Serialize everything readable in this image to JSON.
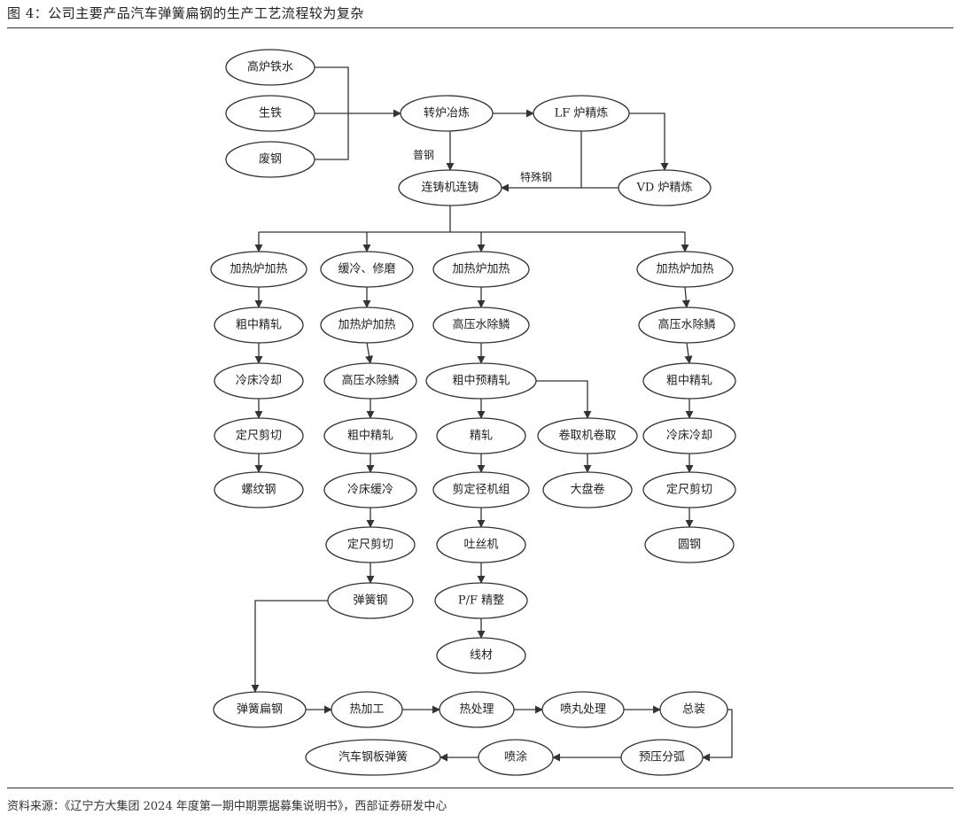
{
  "header": {
    "title": "图 4：公司主要产品汽车弹簧扁钢的生产工艺流程较为复杂"
  },
  "footer": {
    "source": "资料来源：《辽宁方大集团 2024 年度第一期中期票据募集说明书》，西部证券研发中心"
  },
  "diagram": {
    "nodes": [
      {
        "id": "gaolu-tieshui",
        "label": "高炉铁水"
      },
      {
        "id": "shengtie",
        "label": "生铁"
      },
      {
        "id": "feigang",
        "label": "废钢"
      },
      {
        "id": "zhuanlu-yelian",
        "label": "转炉冶炼"
      },
      {
        "id": "lf-jinglian",
        "label": "LF 炉精炼"
      },
      {
        "id": "vd-jinglian",
        "label": "VD 炉精炼"
      },
      {
        "id": "lianzhu",
        "label": "连铸机连铸"
      },
      {
        "id": "a1",
        "label": "加热炉加热"
      },
      {
        "id": "a2",
        "label": "粗中精轧"
      },
      {
        "id": "a3",
        "label": "冷床冷却"
      },
      {
        "id": "a4",
        "label": "定尺剪切"
      },
      {
        "id": "a5",
        "label": "螺纹钢"
      },
      {
        "id": "b1",
        "label": "缓冷、修磨"
      },
      {
        "id": "b2",
        "label": "加热炉加热"
      },
      {
        "id": "b3",
        "label": "高压水除鳞"
      },
      {
        "id": "b4",
        "label": "粗中精轧"
      },
      {
        "id": "b5",
        "label": "冷床缓冷"
      },
      {
        "id": "b6",
        "label": "定尺剪切"
      },
      {
        "id": "b7",
        "label": "弹簧钢"
      },
      {
        "id": "c1",
        "label": "加热炉加热"
      },
      {
        "id": "c2",
        "label": "高压水除鳞"
      },
      {
        "id": "c3",
        "label": "粗中预精轧"
      },
      {
        "id": "c4",
        "label": "精轧"
      },
      {
        "id": "c5",
        "label": "剪定径机组"
      },
      {
        "id": "c6",
        "label": "吐丝机"
      },
      {
        "id": "c7",
        "label": "P/F 精整"
      },
      {
        "id": "c8",
        "label": "线材"
      },
      {
        "id": "e1",
        "label": "卷取机卷取"
      },
      {
        "id": "e2",
        "label": "大盘卷"
      },
      {
        "id": "d1",
        "label": "加热炉加热"
      },
      {
        "id": "d2",
        "label": "高压水除鳞"
      },
      {
        "id": "d3",
        "label": "粗中精轧"
      },
      {
        "id": "d4",
        "label": "冷床冷却"
      },
      {
        "id": "d5",
        "label": "定尺剪切"
      },
      {
        "id": "d6",
        "label": "圆钢"
      },
      {
        "id": "f1",
        "label": "弹簧扁钢"
      },
      {
        "id": "f2",
        "label": "热加工"
      },
      {
        "id": "f3",
        "label": "热处理"
      },
      {
        "id": "f4",
        "label": "喷丸处理"
      },
      {
        "id": "f5",
        "label": "总装"
      },
      {
        "id": "f6",
        "label": "预压分弧"
      },
      {
        "id": "f7",
        "label": "喷涂"
      },
      {
        "id": "f8",
        "label": "汽车钢板弹簧"
      }
    ],
    "edges": [
      {
        "id": "merge-to-zhuanlu",
        "from": [
          "gaolu-tieshui",
          "shengtie",
          "feigang"
        ],
        "to": "zhuanlu-yelian"
      },
      {
        "id": "zhuanlu-to-lf",
        "from": "zhuanlu-yelian",
        "to": "lf-jinglian"
      },
      {
        "id": "lf-to-vd",
        "from": "lf-jinglian",
        "to": "vd-jinglian"
      },
      {
        "id": "zhuanlu-to-lianzhu",
        "from": "zhuanlu-yelian",
        "to": "lianzhu",
        "label": "普钢"
      },
      {
        "id": "special-to-lianzhu",
        "from": [
          "lf-jinglian",
          "vd-jinglian"
        ],
        "to": "lianzhu",
        "label": "特殊钢"
      },
      {
        "id": "lianzhu-branches",
        "from": "lianzhu",
        "to": [
          "a1",
          "b1",
          "c1",
          "d1"
        ]
      },
      {
        "id": "a1-a2",
        "from": "a1",
        "to": "a2"
      },
      {
        "id": "a2-a3",
        "from": "a2",
        "to": "a3"
      },
      {
        "id": "a3-a4",
        "from": "a3",
        "to": "a4"
      },
      {
        "id": "a4-a5",
        "from": "a4",
        "to": "a5"
      },
      {
        "id": "b1-b2",
        "from": "b1",
        "to": "b2"
      },
      {
        "id": "b2-b3",
        "from": "b2",
        "to": "b3"
      },
      {
        "id": "b3-b4",
        "from": "b3",
        "to": "b4"
      },
      {
        "id": "b4-b5",
        "from": "b4",
        "to": "b5"
      },
      {
        "id": "b5-b6",
        "from": "b5",
        "to": "b6"
      },
      {
        "id": "b6-b7",
        "from": "b6",
        "to": "b7"
      },
      {
        "id": "c1-c2",
        "from": "c1",
        "to": "c2"
      },
      {
        "id": "c2-c3",
        "from": "c2",
        "to": "c3"
      },
      {
        "id": "c3-c4",
        "from": "c3",
        "to": "c4"
      },
      {
        "id": "c4-c5",
        "from": "c4",
        "to": "c5"
      },
      {
        "id": "c5-c6",
        "from": "c5",
        "to": "c6"
      },
      {
        "id": "c6-c7",
        "from": "c6",
        "to": "c7"
      },
      {
        "id": "c7-c8",
        "from": "c7",
        "to": "c8"
      },
      {
        "id": "c3-e1",
        "from": "c3",
        "to": "e1"
      },
      {
        "id": "e1-e2",
        "from": "e1",
        "to": "e2"
      },
      {
        "id": "d1-d2",
        "from": "d1",
        "to": "d2"
      },
      {
        "id": "d2-d3",
        "from": "d2",
        "to": "d3"
      },
      {
        "id": "d3-d4",
        "from": "d3",
        "to": "d4"
      },
      {
        "id": "d4-d5",
        "from": "d4",
        "to": "d5"
      },
      {
        "id": "d5-d6",
        "from": "d5",
        "to": "d6"
      },
      {
        "id": "b7-f1",
        "from": "b7",
        "to": "f1"
      },
      {
        "id": "f1-f2",
        "from": "f1",
        "to": "f2"
      },
      {
        "id": "f2-f3",
        "from": "f2",
        "to": "f3"
      },
      {
        "id": "f3-f4",
        "from": "f3",
        "to": "f4"
      },
      {
        "id": "f4-f5",
        "from": "f4",
        "to": "f5"
      },
      {
        "id": "f5-f6",
        "from": "f5",
        "to": "f6"
      },
      {
        "id": "f6-f7",
        "from": "f6",
        "to": "f7"
      },
      {
        "id": "f7-f8",
        "from": "f7",
        "to": "f8"
      }
    ]
  }
}
